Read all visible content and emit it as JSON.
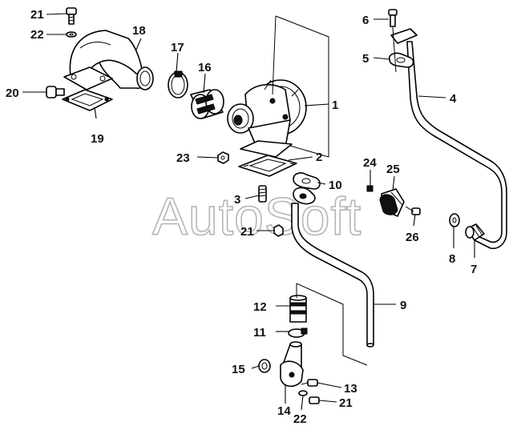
{
  "watermark": "AutoSoft",
  "parts": {
    "p1": "1",
    "p2": "2",
    "p3": "3",
    "p4": "4",
    "p5": "5",
    "p6": "6",
    "p7": "7",
    "p8": "8",
    "p9": "9",
    "p10": "10",
    "p11": "11",
    "p12": "12",
    "p13": "13",
    "p14": "14",
    "p15": "15",
    "p16": "16",
    "p17": "17",
    "p18": "18",
    "p19": "19",
    "p20": "20",
    "p21a": "21",
    "p21b": "21",
    "p21c": "21",
    "p22a": "22",
    "p22b": "22",
    "p23": "23",
    "p24": "24",
    "p25": "25",
    "p26": "26"
  }
}
